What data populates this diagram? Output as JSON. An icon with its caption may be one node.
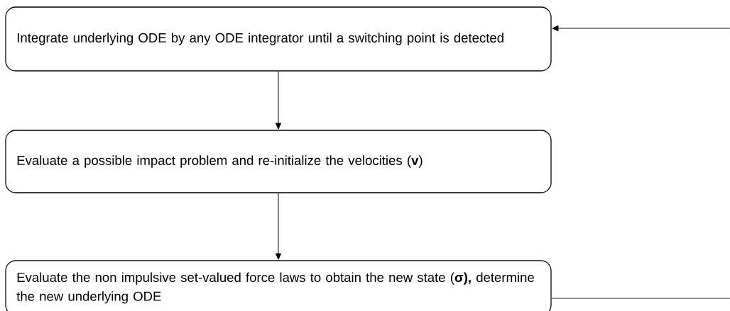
{
  "diagram": {
    "nodes": [
      {
        "text": [
          "Integrate underlying ODE by any ODE integrator until a switching point is detected"
        ]
      },
      {
        "text": [
          "Evaluate a possible impact problem and re-initialize the velocities (**v**)"
        ]
      },
      {
        "text": [
          "Evaluate the non impulsive set-valued force laws to obtain the new state (**σ),** determine the new underlying ODE"
        ]
      }
    ],
    "edges": [
      {
        "from": 0,
        "to": 1,
        "arrow": "to"
      },
      {
        "from": 1,
        "to": 2,
        "arrow": "to"
      },
      {
        "from": null,
        "to": 0,
        "arrow": "to"
      },
      {
        "from": 2,
        "to": null,
        "arrow": "none"
      }
    ]
  }
}
